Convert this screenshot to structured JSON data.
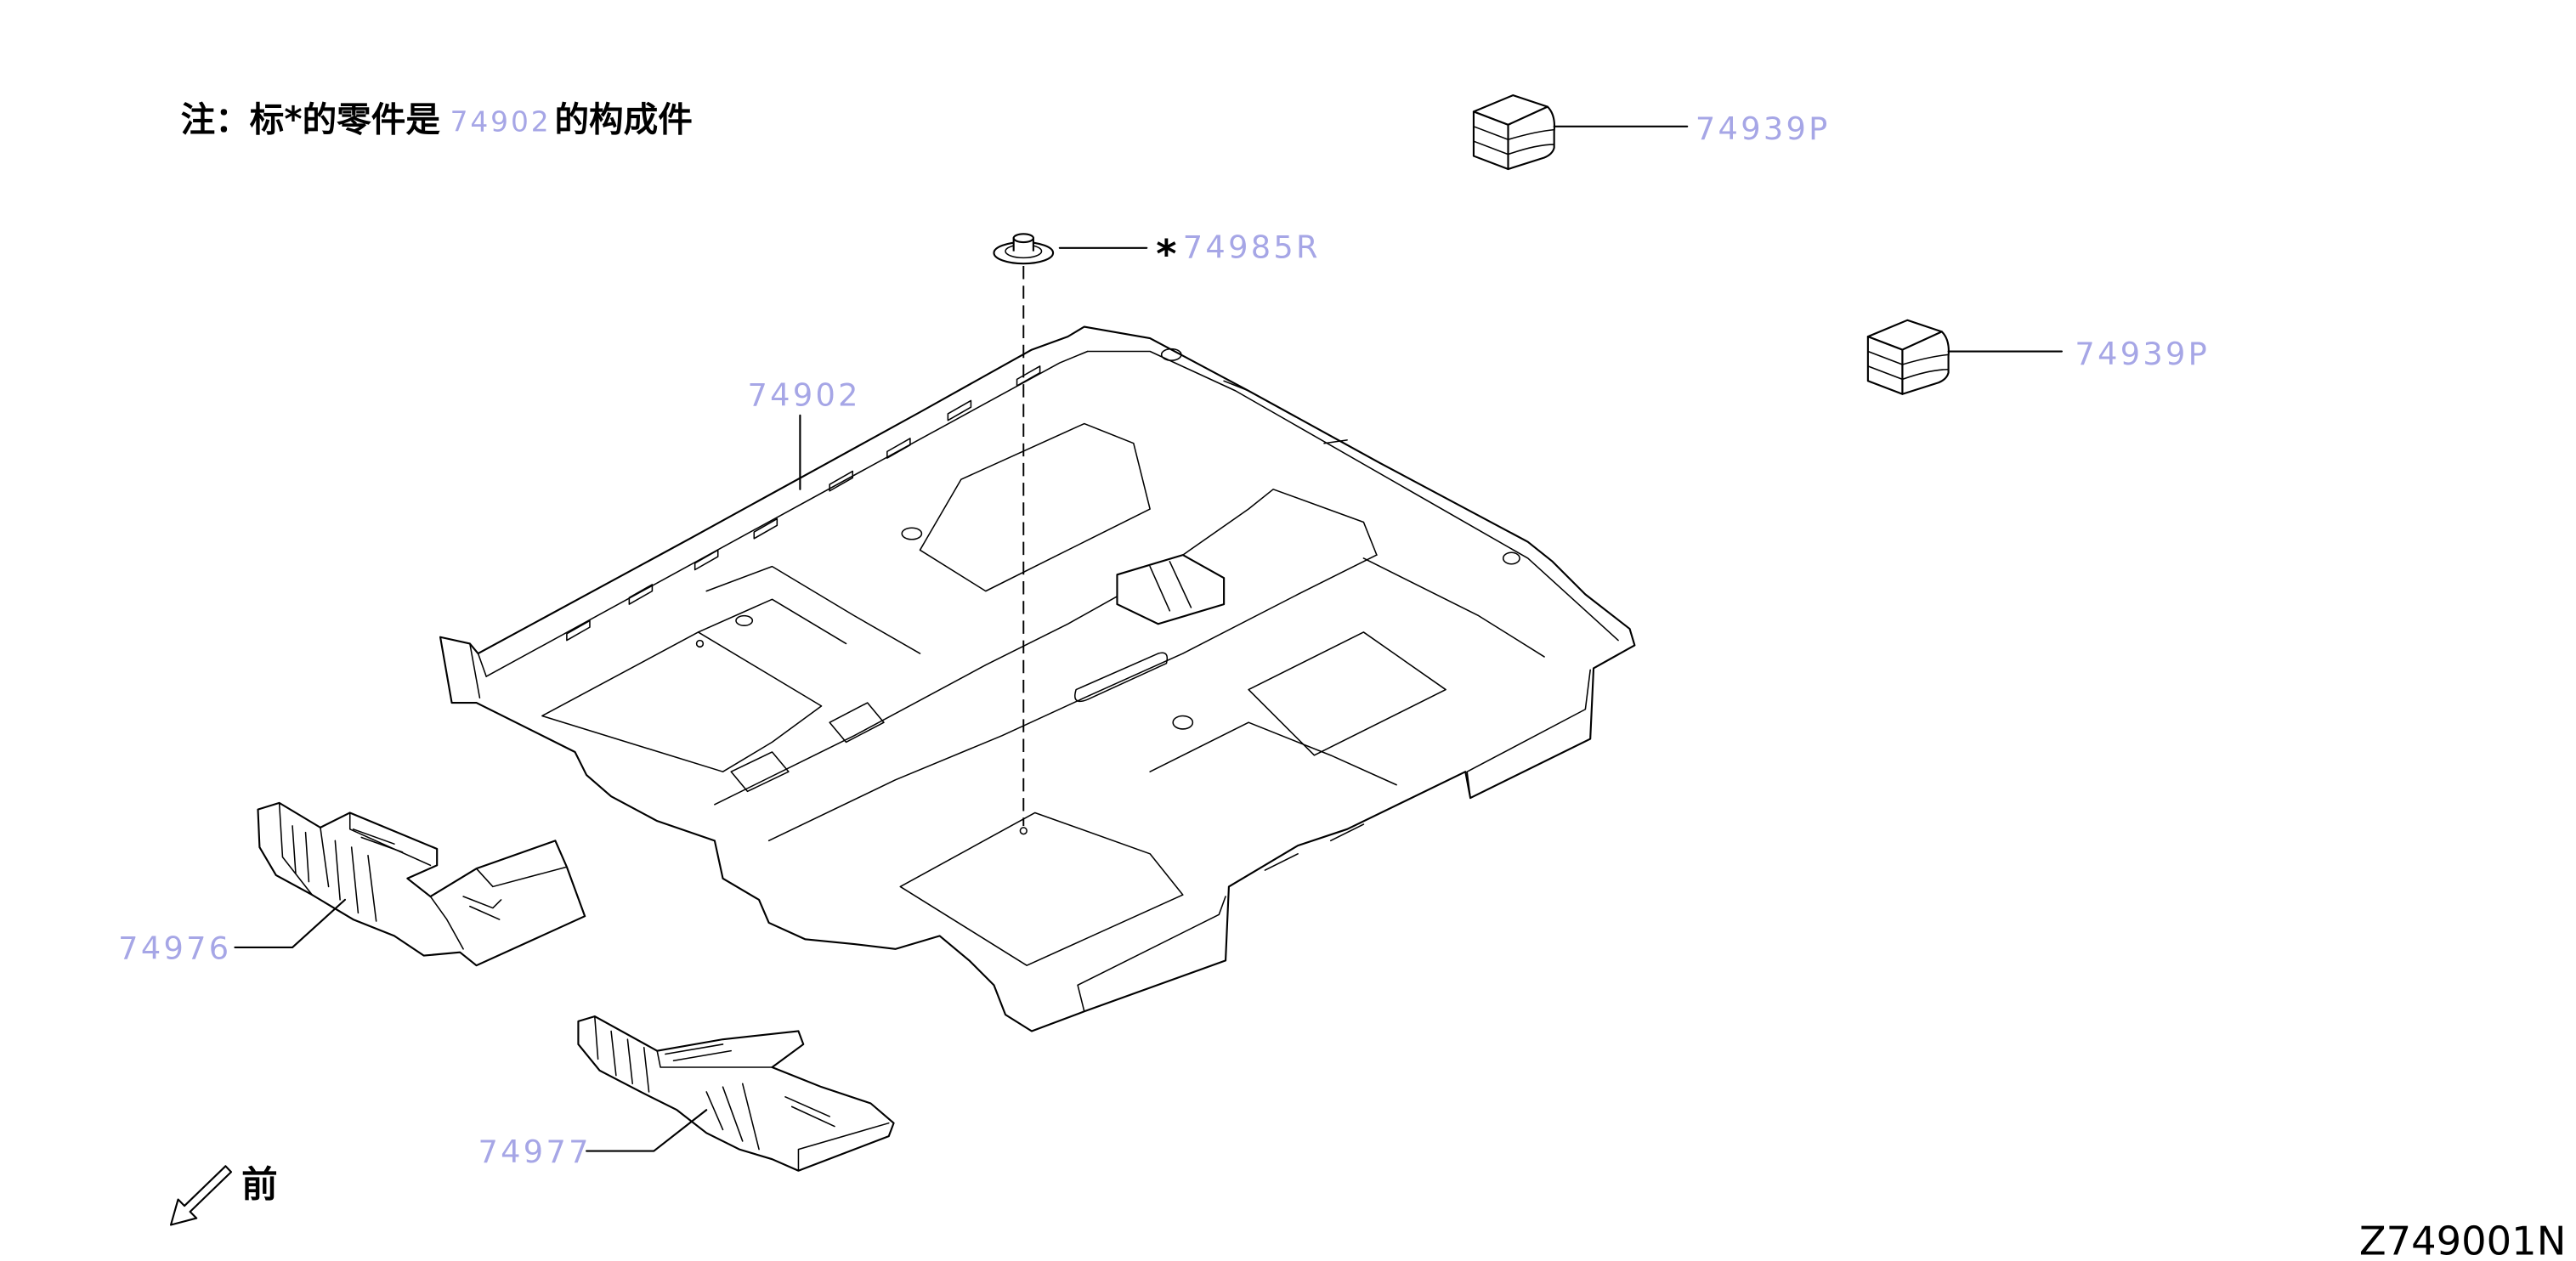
{
  "diagram": {
    "note": {
      "prefix": "注：标*的零件是",
      "part_ref": "74902",
      "suffix": "的构成件"
    },
    "callouts": {
      "pad_top": "74939P",
      "pad_right": "74939P",
      "clip_marker": "*",
      "clip": "74985R",
      "floor_carpet": "74902",
      "insulator_left": "74976",
      "insulator_right": "74977"
    },
    "direction": {
      "label": "前",
      "icon": "arrow-down-left-icon"
    },
    "figure_code": "Z749001N"
  },
  "colors": {
    "part_number": "#a6a6e6",
    "line": "#000000",
    "background": "#ffffff"
  }
}
